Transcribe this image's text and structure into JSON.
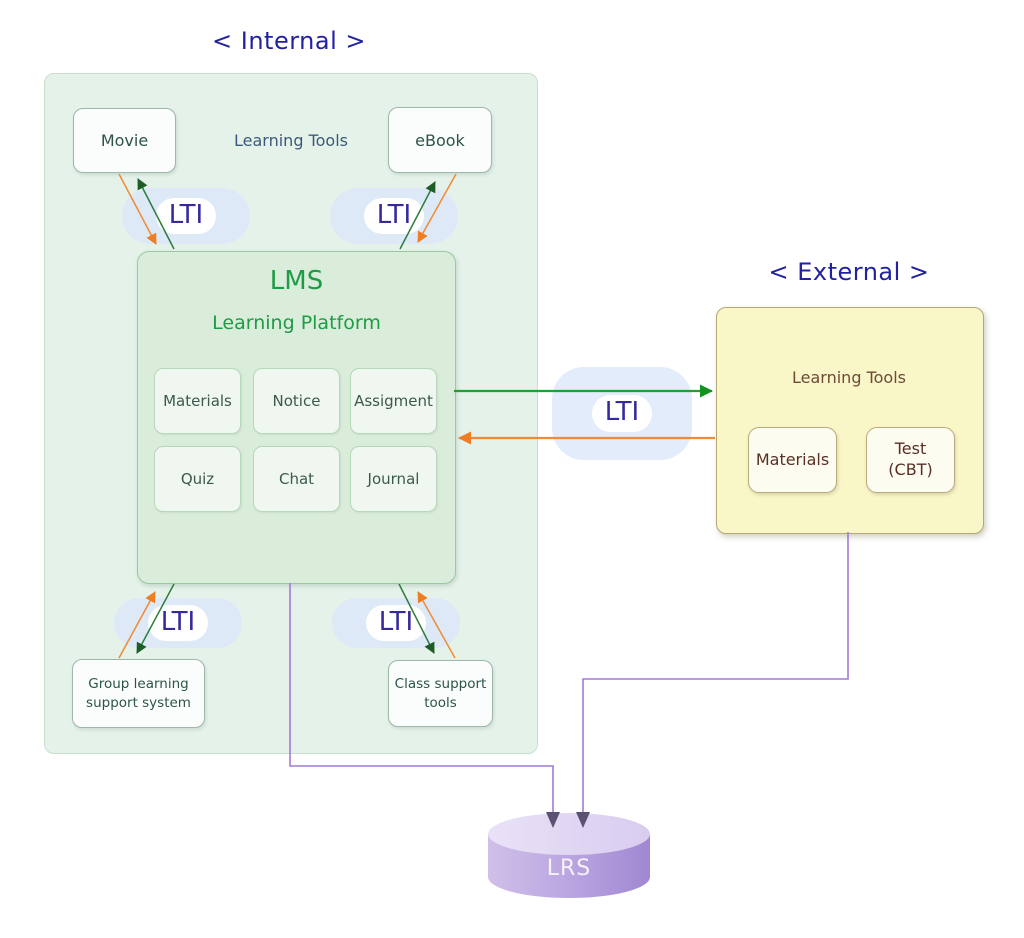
{
  "diagram": {
    "internal": {
      "title": "< Internal >",
      "learning_tools": "Learning Tools",
      "nodes": {
        "movie": "Movie",
        "ebook": "eBook",
        "group_support": "Group learning\nsupport system",
        "class_support": "Class support\ntools"
      }
    },
    "lms": {
      "title": "LMS",
      "subtitle": "Learning Platform",
      "modules": [
        "Materials",
        "Notice",
        "Assigment",
        "Quiz",
        "Chat",
        "Journal"
      ]
    },
    "external": {
      "title": "< External >",
      "learning_tools": "Learning Tools",
      "nodes": {
        "materials": "Materials",
        "test_cbt": "Test\n(CBT)"
      }
    },
    "lti_label": "LTI",
    "lrs_label": "LRS",
    "colors": {
      "zone_title_blue": "#2222A0",
      "internal_panel_bg": "#E4F2EA",
      "lms_panel_bg": "#DAEDDB",
      "lms_green_text": "#1D9B45",
      "module_bg": "#EFF7F0",
      "external_panel_bg": "#F9F6C8",
      "external_text_brown": "#5A2F24",
      "lti_pill_bg": "#DDE9F7",
      "lti_text_indigo": "#35299B",
      "arrow_green": "#2E7D3A",
      "arrow_green_bright": "#1FA12B",
      "arrow_orange": "#F08A35",
      "line_purple": "#A37AD8",
      "purple_arrowhead": "#5A5270",
      "lrs_cylinder_purple": "#A78FD6"
    }
  }
}
